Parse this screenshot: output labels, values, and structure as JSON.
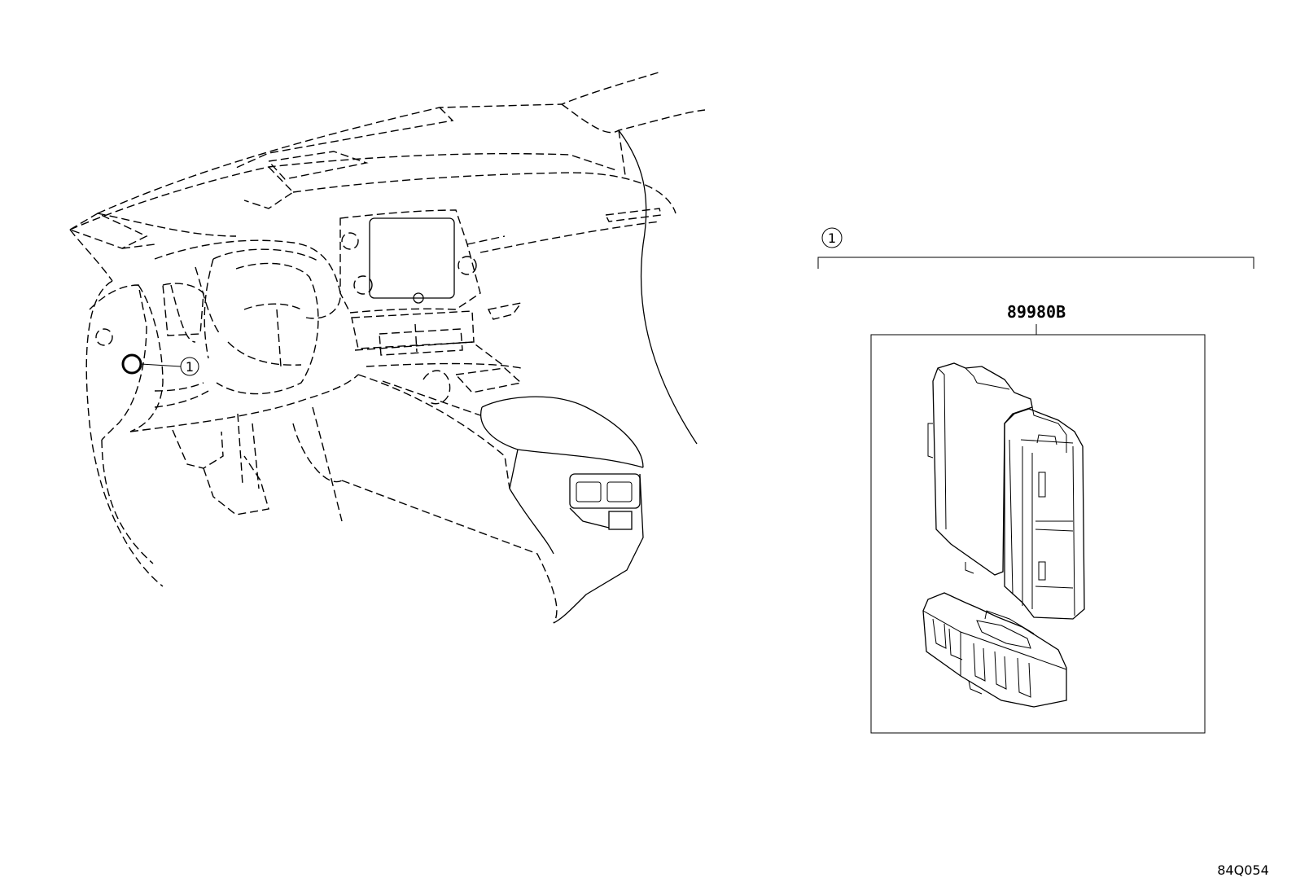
{
  "callouts": {
    "ref_circle_label": "1",
    "assembly_label": "1"
  },
  "parts": {
    "part_number": "89980B"
  },
  "diagram_code": "84Q054"
}
